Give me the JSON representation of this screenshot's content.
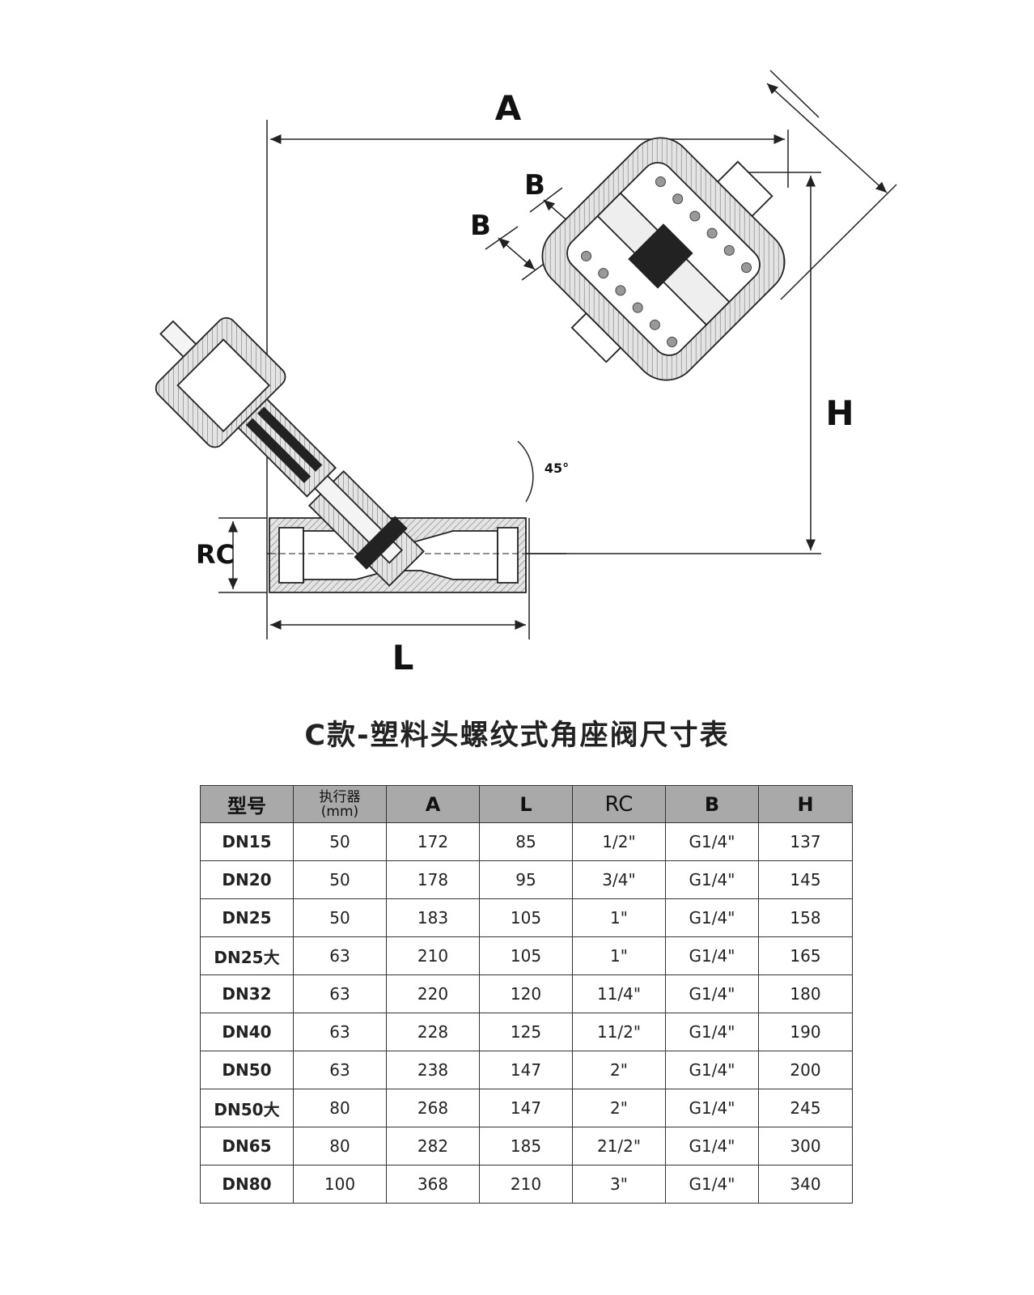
{
  "drawing": {
    "labels": {
      "a": "A",
      "b_upper": "B",
      "b_lower": "B",
      "h": "H",
      "rc": "RC",
      "l": "L",
      "angle": "45°"
    }
  },
  "table": {
    "title": "C款-塑料头螺纹式角座阀尺寸表",
    "headers": {
      "model": "型号",
      "actuator_line1": "执行器",
      "actuator_line2": "(mm)",
      "a": "A",
      "l": "L",
      "rc": "RC",
      "b": "B",
      "h": "H"
    },
    "rows": [
      {
        "model": "DN15",
        "actuator": "50",
        "a": "172",
        "l": "85",
        "rc": "1/2\"",
        "b": "G1/4\"",
        "h": "137"
      },
      {
        "model": "DN20",
        "actuator": "50",
        "a": "178",
        "l": "95",
        "rc": "3/4\"",
        "b": "G1/4\"",
        "h": "145"
      },
      {
        "model": "DN25",
        "actuator": "50",
        "a": "183",
        "l": "105",
        "rc": "1\"",
        "b": "G1/4\"",
        "h": "158"
      },
      {
        "model": "DN25大",
        "actuator": "63",
        "a": "210",
        "l": "105",
        "rc": "1\"",
        "b": "G1/4\"",
        "h": "165"
      },
      {
        "model": "DN32",
        "actuator": "63",
        "a": "220",
        "l": "120",
        "rc": "11/4\"",
        "b": "G1/4\"",
        "h": "180"
      },
      {
        "model": "DN40",
        "actuator": "63",
        "a": "228",
        "l": "125",
        "rc": "11/2\"",
        "b": "G1/4\"",
        "h": "190"
      },
      {
        "model": "DN50",
        "actuator": "63",
        "a": "238",
        "l": "147",
        "rc": "2\"",
        "b": "G1/4\"",
        "h": "200"
      },
      {
        "model": "DN50大",
        "actuator": "80",
        "a": "268",
        "l": "147",
        "rc": "2\"",
        "b": "G1/4\"",
        "h": "245"
      },
      {
        "model": "DN65",
        "actuator": "80",
        "a": "282",
        "l": "185",
        "rc": "21/2\"",
        "b": "G1/4\"",
        "h": "300"
      },
      {
        "model": "DN80",
        "actuator": "100",
        "a": "368",
        "l": "210",
        "rc": "3\"",
        "b": "G1/4\"",
        "h": "340"
      }
    ]
  }
}
